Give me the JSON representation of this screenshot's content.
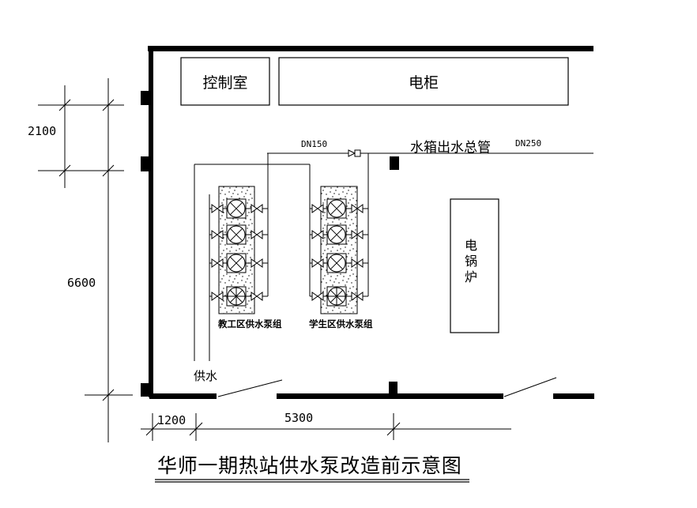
{
  "title": {
    "text": "华师一期热站供水泵改造前示意图"
  },
  "rooms": {
    "control_room": "控制室",
    "electrical_cabinet": "电柜",
    "electric_boiler": "电锅炉"
  },
  "pipes": {
    "dn150_label": "DN150",
    "main_pipe_label": "水箱出水总管",
    "dn250_label": "DN250",
    "supply_label": "供水"
  },
  "pump_groups": [
    {
      "label": "教工区供水泵组",
      "pump_count": 4
    },
    {
      "label": "学生区供水泵组",
      "pump_count": 4
    }
  ],
  "dimensions": {
    "left_upper": "2100",
    "left_lower": "6600",
    "bottom_left": "1200",
    "bottom_right": "5300"
  },
  "colors": {
    "line": "#000000",
    "background": "#ffffff"
  }
}
